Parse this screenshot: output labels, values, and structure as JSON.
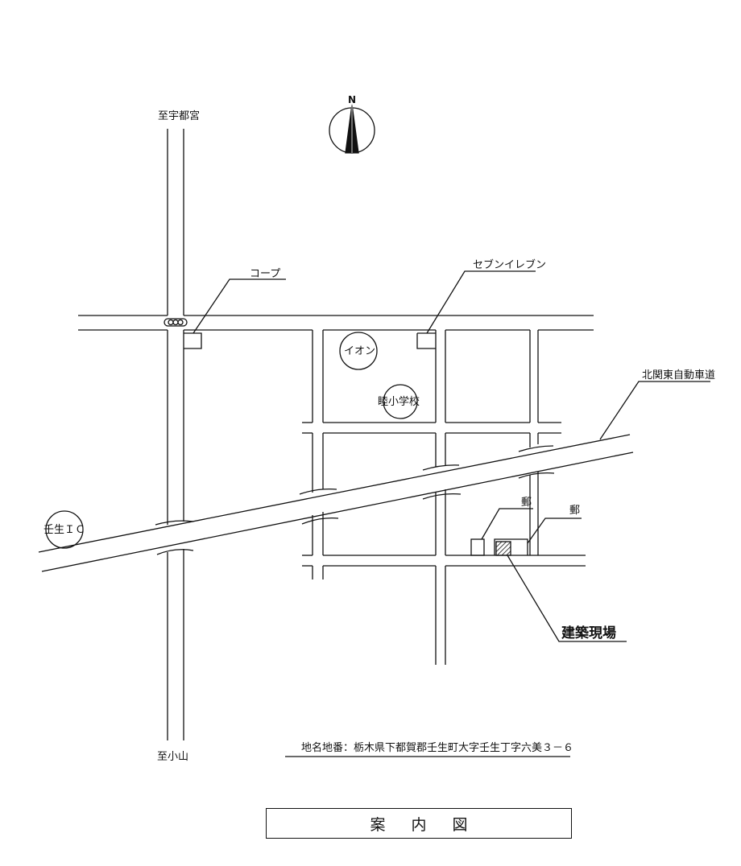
{
  "compass": {
    "label": "N"
  },
  "directions": {
    "north": "至宇都宮",
    "south": "至小山"
  },
  "landmarks": {
    "coop": "コープ",
    "seven_eleven": "セブンイレブン",
    "aeon": "イオン",
    "school": "睦小学校",
    "expressway": "北関東自動車道",
    "interchange": "壬生ＩＣ",
    "post_office_1": "郵",
    "post_office_2": "郵",
    "site": "建築現場"
  },
  "address": "地名地番：栃木県下都賀郡壬生町大字壬生丁字六美３－６",
  "title": "案内図"
}
